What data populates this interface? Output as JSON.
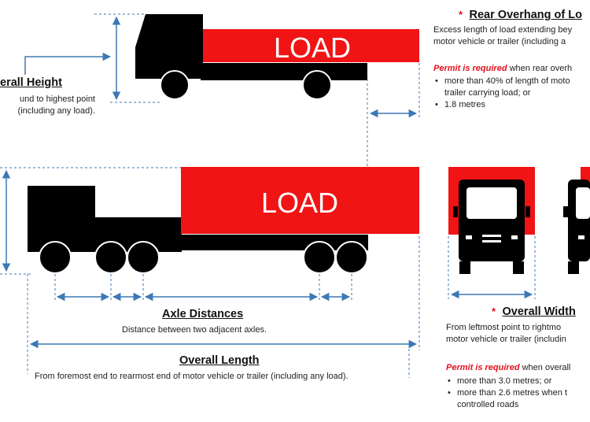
{
  "load_label": "LOAD",
  "colors": {
    "load_red": "#f01414",
    "arrow_blue": "#3c78b4",
    "truck_black": "#000000",
    "permit_red": "#e3111d"
  },
  "rear_overhang": {
    "star": "*",
    "title": "Rear Overhang of Lo",
    "desc": [
      "Excess length of load extending bey",
      "motor vehicle or trailer (including a"
    ],
    "permit_label": "Permit is required",
    "permit_rest": "when rear overh",
    "bullets": [
      "more than 40% of length of moto",
      "trailer carrying load; or",
      "1.8 metres"
    ]
  },
  "overall_height": {
    "title": "erall Height",
    "desc": [
      "und to highest point",
      "(including any load)."
    ]
  },
  "axle_distances": {
    "title": "Axle Distances",
    "desc": "Distance between two adjacent axles."
  },
  "overall_length": {
    "title": "Overall Length",
    "desc": "From foremost end to rearmost end of motor vehicle or trailer (including any load)."
  },
  "overall_width": {
    "star": "*",
    "title": "Overall Width",
    "desc": [
      "From leftmost point to rightmo",
      "motor vehicle or trailer (includin"
    ],
    "permit_label": "Permit is required",
    "permit_rest": "when overall",
    "bullets": [
      "more than 3.0 metres; or",
      "more than 2.6 metres when t"
    ],
    "bullet_cont": "controlled roads"
  }
}
